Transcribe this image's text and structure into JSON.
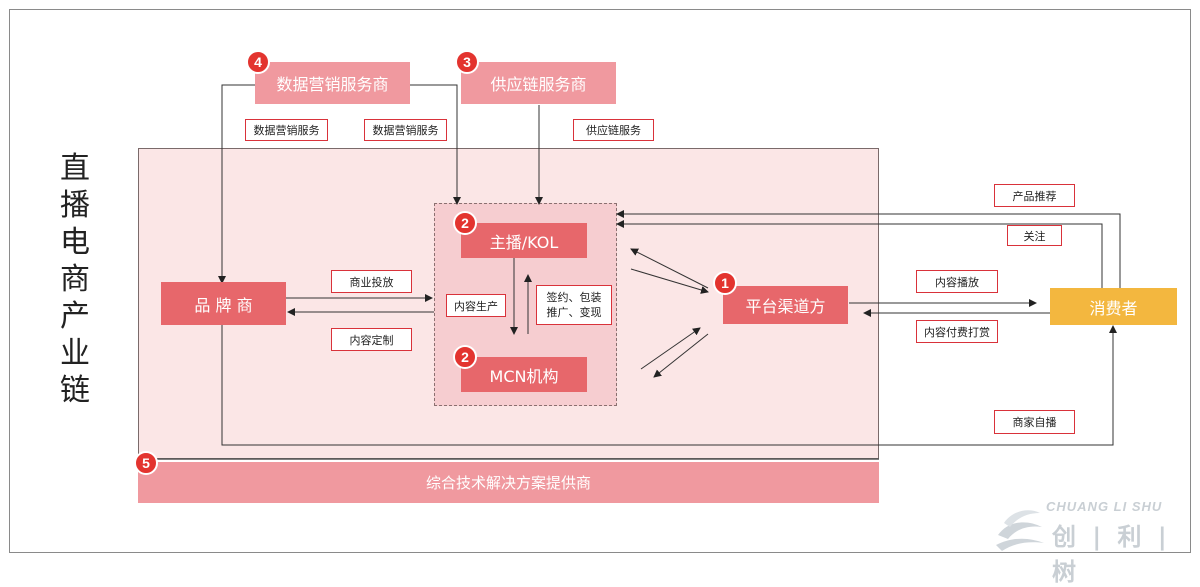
{
  "title": "直播电商产业链",
  "nodes": {
    "data_marketing": {
      "num": "4",
      "label": "数据营销服务商"
    },
    "supply_chain": {
      "num": "3",
      "label": "供应链服务商"
    },
    "anchor": {
      "num": "2",
      "label": "主播/KOL"
    },
    "mcn": {
      "num": "2",
      "label": "MCN机构"
    },
    "platform": {
      "num": "1",
      "label": "平台渠道方"
    },
    "brand": {
      "label": "品 牌 商"
    },
    "consumer": {
      "label": "消费者"
    },
    "tech": {
      "num": "5",
      "label": "综合技术解决方案提供商"
    }
  },
  "edge_labels": {
    "data_service_left": "数据营销服务",
    "data_service_right": "数据营销服务",
    "supply_service": "供应链服务",
    "commercial": "商业投放",
    "custom": "内容定制",
    "content_prod": "内容生产",
    "sign_line1": "签约、包装",
    "sign_line2": "推广、变现",
    "recommend": "产品推荐",
    "follow": "关注",
    "content_play": "内容播放",
    "content_pay": "内容付费打赏",
    "self_live": "商家自播"
  },
  "logo": {
    "en": "CHUANG LI SHU",
    "cn": "创 | 利 | 树"
  }
}
